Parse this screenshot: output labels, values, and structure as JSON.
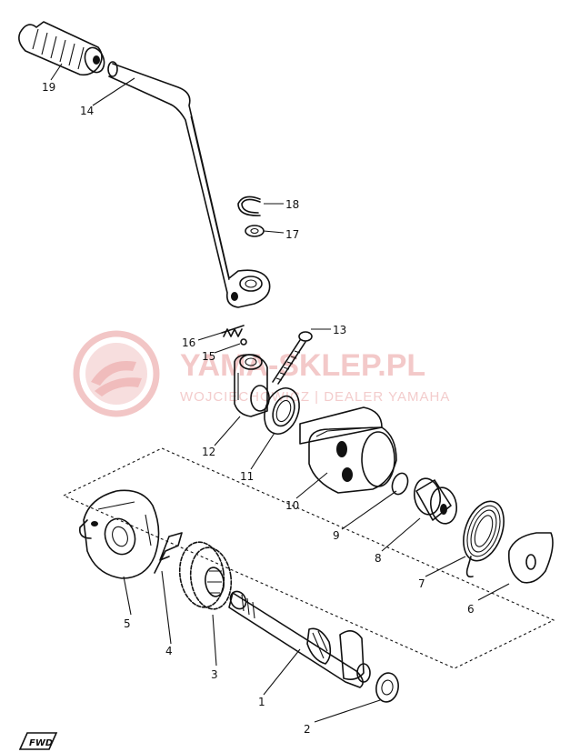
{
  "watermark": {
    "title": "YAMA-SKLEP.PL",
    "subtitle": "WOJCIECHOWICZ | DEALER YAMAHA",
    "color": "#e9a0a0"
  },
  "orientation_mark": "FWD",
  "parts": [
    {
      "id": "1",
      "label": "1"
    },
    {
      "id": "2",
      "label": "2"
    },
    {
      "id": "3",
      "label": "3"
    },
    {
      "id": "4",
      "label": "4"
    },
    {
      "id": "5",
      "label": "5"
    },
    {
      "id": "6",
      "label": "6"
    },
    {
      "id": "7",
      "label": "7"
    },
    {
      "id": "8",
      "label": "8"
    },
    {
      "id": "9",
      "label": "9"
    },
    {
      "id": "10",
      "label": "10"
    },
    {
      "id": "11",
      "label": "11"
    },
    {
      "id": "12",
      "label": "12"
    },
    {
      "id": "13",
      "label": "13"
    },
    {
      "id": "14",
      "label": "14"
    },
    {
      "id": "15",
      "label": "15"
    },
    {
      "id": "16",
      "label": "16"
    },
    {
      "id": "17",
      "label": "17"
    },
    {
      "id": "18",
      "label": "18"
    },
    {
      "id": "19",
      "label": "19"
    }
  ]
}
